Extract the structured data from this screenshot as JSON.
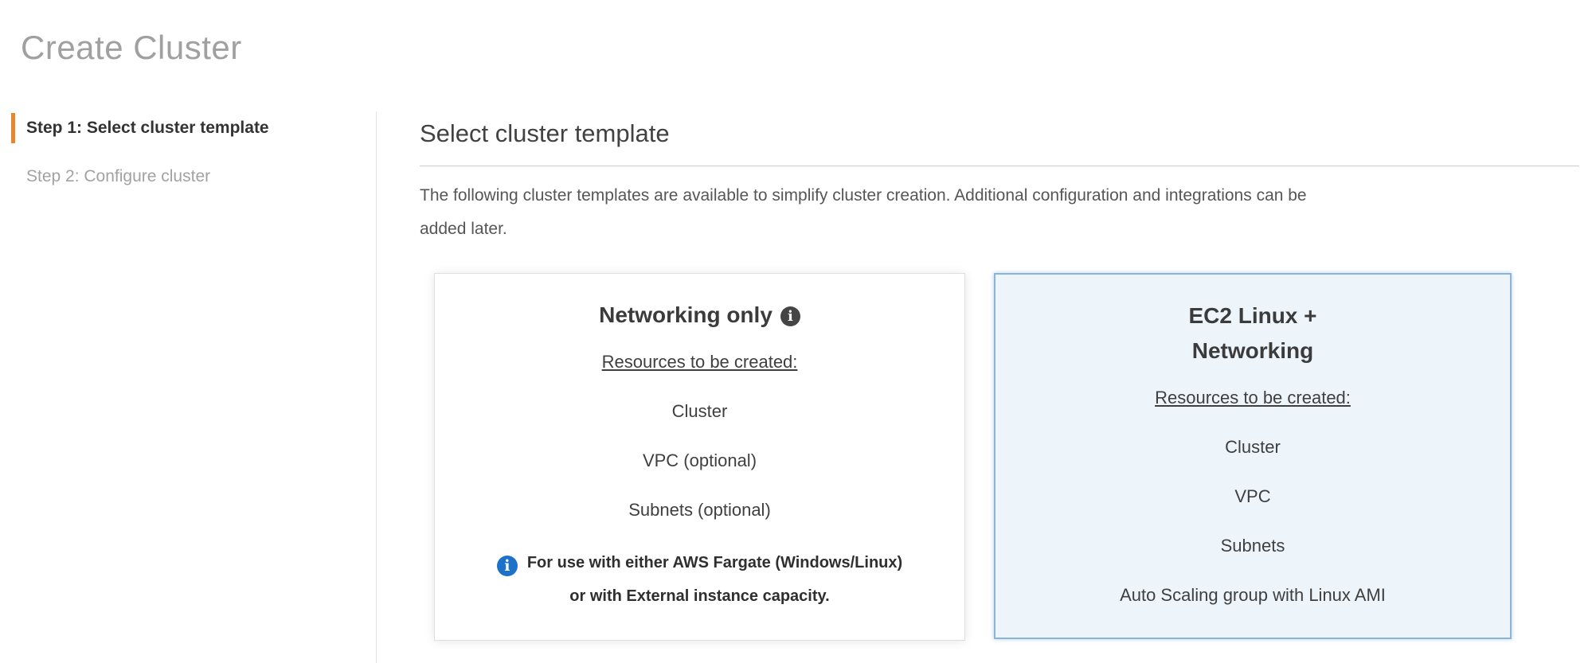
{
  "page": {
    "title": "Create Cluster"
  },
  "steps": [
    {
      "label": "Step 1: Select cluster template",
      "state": "current"
    },
    {
      "label": "Step 2: Configure cluster",
      "state": "upcoming"
    }
  ],
  "main": {
    "heading": "Select cluster template",
    "description_line1": "The following cluster templates are available to simplify cluster creation. Additional configuration and integrations can be",
    "description_line2": "added later."
  },
  "cards": [
    {
      "title": "Networking only",
      "title_info_icon": "info-icon",
      "resources_label": "Resources to be created:",
      "resources": [
        "Cluster",
        "VPC (optional)",
        "Subnets (optional)"
      ],
      "note_icon": "info-icon",
      "note_line1": "For use with either AWS Fargate (Windows/Linux)",
      "note_line2": "or with External instance capacity.",
      "selected": false
    },
    {
      "title_line1": "EC2 Linux +",
      "title_line2": "Networking",
      "resources_label": "Resources to be created:",
      "resources": [
        "Cluster",
        "VPC",
        "Subnets",
        "Auto Scaling group with Linux AMI"
      ],
      "selected": true
    }
  ],
  "icons": {
    "info_glyph": "i"
  },
  "colors": {
    "accent_orange": "#e8862d",
    "selected_card_border": "#8ab4d8",
    "selected_card_background": "#edf5fb",
    "info_icon_blue": "#1b72c8",
    "info_icon_dark": "#454545",
    "title_gray": "#a0a0a0"
  }
}
